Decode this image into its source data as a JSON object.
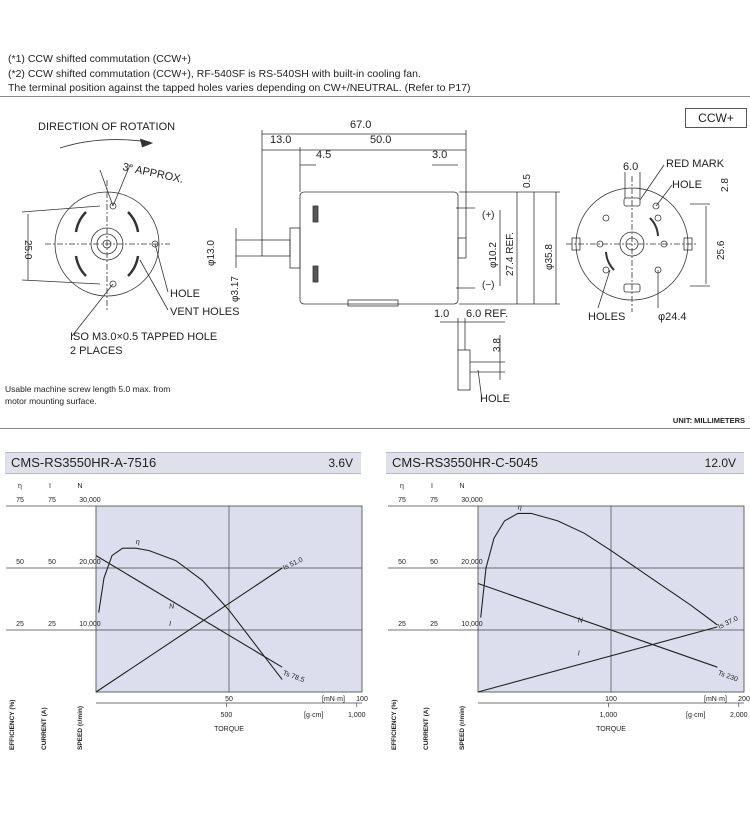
{
  "notes": [
    "(*1) CCW shifted commutation (CCW+)",
    "(*2) CCW shifted commutation (CCW+), RF-540SF is RS-540SH with built-in cooling fan.",
    "The terminal position against the tapped holes varies depending on CW+/NEUTRAL. (Refer to P17)"
  ],
  "ccw_badge": "CCW+",
  "drawing": {
    "direction_label": "DIRECTION OF ROTATION",
    "approx_label": "3° APPROX.",
    "dim_25": "25.0",
    "hole_label": "HOLE",
    "vent_label": "VENT HOLES",
    "iso_label": "ISO M3.0×0.5 TAPPED HOLE",
    "places_label": "2 PLACES",
    "dim_67": "67.0",
    "dim_13": "13.0",
    "dim_50": "50.0",
    "dim_45": "4.5",
    "dim_30": "3.0",
    "dim_05": "0.5",
    "dim_phi13": "φ13.0",
    "dim_phi317": "φ3.17",
    "dim_phi102": "φ10.2",
    "dim_274": "27.4 REF.",
    "dim_358": "φ35.8",
    "plus": "(+)",
    "minus": "(−)",
    "dim_10": "1.0",
    "dim_60ref": "6.0 REF.",
    "dim_38": "3.8",
    "hole_label2": "HOLE",
    "dim_60": "6.0",
    "red_mark": "RED MARK",
    "hole_label3": "HOLE",
    "dim_28": "2.8",
    "dim_256": "25.6",
    "holes_label": "HOLES",
    "dim_244": "φ24.4"
  },
  "screw_note": [
    "Usable machine screw length 5.0 max. from",
    "motor mounting surface."
  ],
  "unit_note": "UNIT: MILLIMETERS",
  "chart_data": [
    {
      "type": "line",
      "title": "CMS-RS3550HR-A-7516",
      "voltage": "3.6V",
      "y_axes": [
        {
          "label": "EFFICIENCY (%)",
          "symbol": "η",
          "ticks": [
            "75",
            "50",
            "25"
          ]
        },
        {
          "label": "CURRENT (A)",
          "symbol": "I",
          "ticks": [
            "75",
            "50",
            "25"
          ]
        },
        {
          "label": "SPEED (r/min)",
          "symbol": "N",
          "ticks": [
            "30,000",
            "20,000",
            "10,000"
          ]
        }
      ],
      "x_axes": [
        {
          "unit": "[mN·m]",
          "ticks": [
            "50",
            "100"
          ],
          "range": [
            0,
            100
          ]
        },
        {
          "unit": "[g·cm]",
          "ticks": [
            "500",
            "1,000"
          ],
          "range": [
            0,
            1020
          ]
        }
      ],
      "xlabel": "TORQUE",
      "annotations": [
        "Is 51.0",
        "Ts 78.5"
      ],
      "series": [
        {
          "name": "η",
          "x": [
            1,
            3,
            6,
            10,
            15,
            20,
            30,
            40,
            50,
            60,
            70
          ],
          "y": [
            32,
            46,
            55,
            58,
            58,
            57,
            53,
            45,
            33,
            19,
            5
          ]
        },
        {
          "name": "N",
          "x": [
            0,
            70
          ],
          "y": [
            22000,
            4000
          ]
        },
        {
          "name": "I",
          "x": [
            0,
            70
          ],
          "y": [
            0,
            20000
          ]
        }
      ]
    },
    {
      "type": "line",
      "title": "CMS-RS3550HR-C-5045",
      "voltage": "12.0V",
      "y_axes": [
        {
          "label": "EFFICIENCY (%)",
          "symbol": "η",
          "ticks": [
            "75",
            "50",
            "25"
          ]
        },
        {
          "label": "CURRENT (A)",
          "symbol": "I",
          "ticks": [
            "75",
            "50",
            "25"
          ]
        },
        {
          "label": "SPEED (r/min)",
          "symbol": "N",
          "ticks": [
            "30,000",
            "20,000",
            "10,000"
          ]
        }
      ],
      "x_axes": [
        {
          "unit": "[mN·m]",
          "ticks": [
            "100",
            "200"
          ],
          "range": [
            0,
            200
          ]
        },
        {
          "unit": "[g·cm]",
          "ticks": [
            "1,000",
            "2,000"
          ],
          "range": [
            0,
            2040
          ]
        }
      ],
      "xlabel": "TORQUE",
      "annotations": [
        "Is 37.0",
        "Ts 230"
      ],
      "series": [
        {
          "name": "η",
          "x": [
            2,
            6,
            12,
            20,
            30,
            40,
            60,
            80,
            100,
            130,
            160,
            180
          ],
          "y": [
            30,
            50,
            62,
            69,
            72,
            72,
            69,
            64,
            57,
            46,
            35,
            27
          ]
        },
        {
          "name": "N",
          "x": [
            0,
            180
          ],
          "y": [
            17500,
            4000
          ]
        },
        {
          "name": "I",
          "x": [
            0,
            180
          ],
          "y": [
            0,
            10500
          ]
        }
      ]
    }
  ]
}
